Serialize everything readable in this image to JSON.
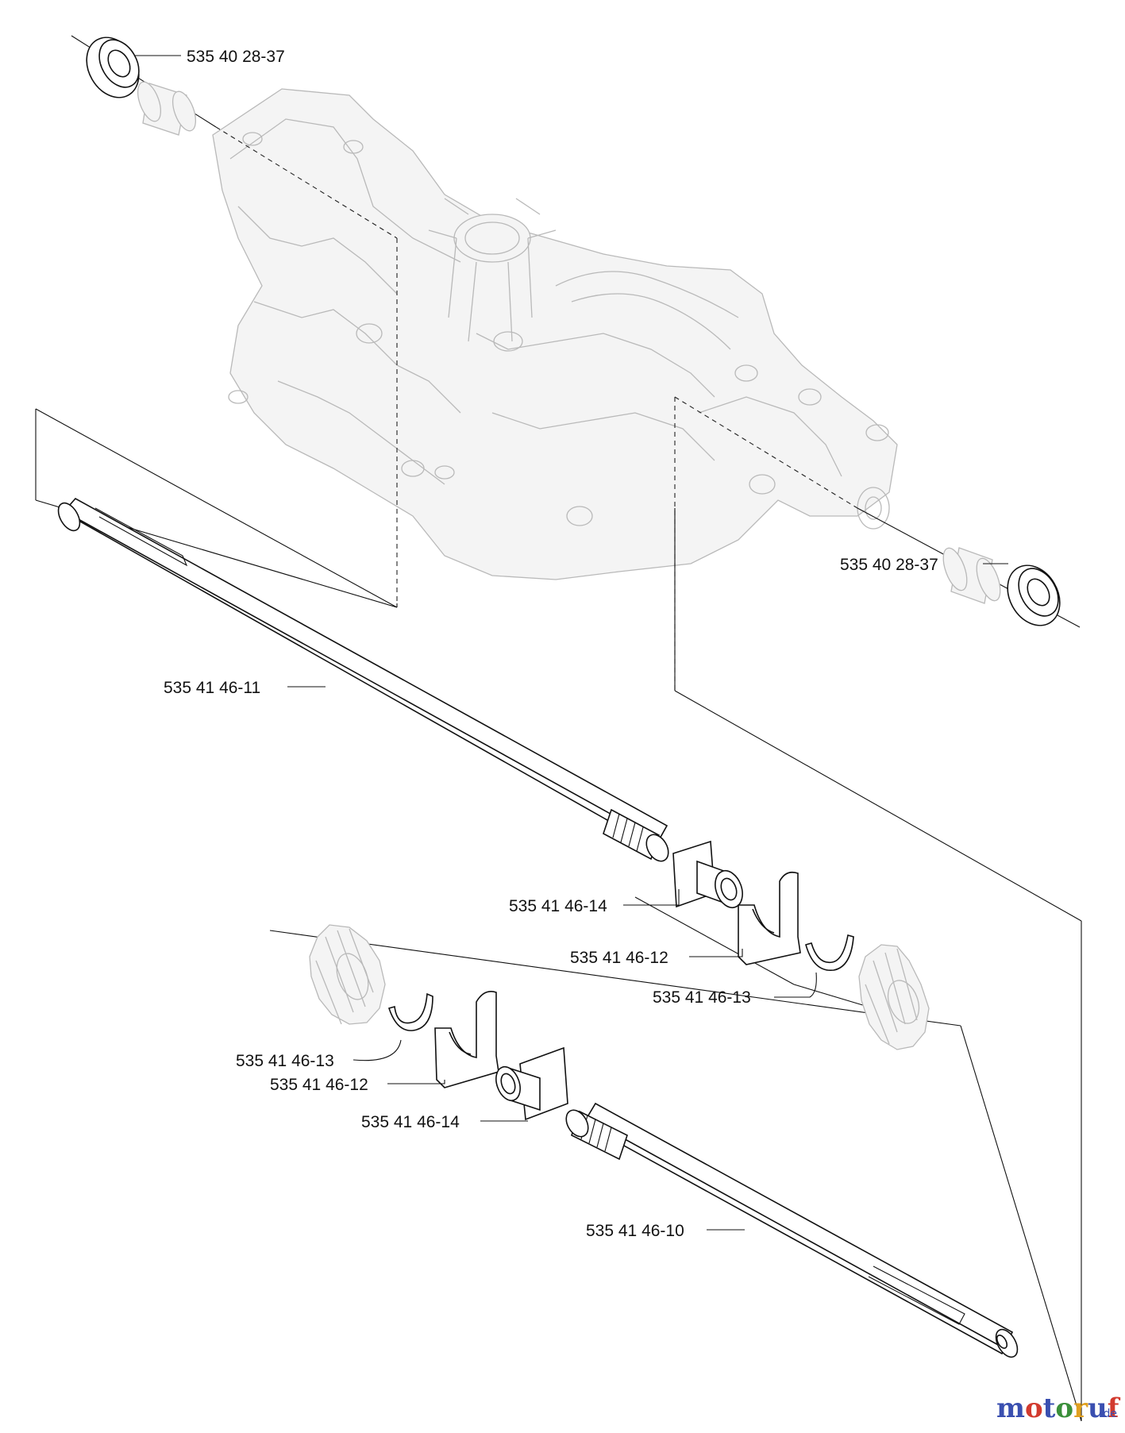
{
  "diagram": {
    "parts": {
      "bearing_top": "535 40 28-37",
      "bearing_right": "535 40 28-37",
      "shaft_upper": "535 41 46-11",
      "collar_upper": "535 41 46-14",
      "fork_upper": "535 41 46-12",
      "clip_upper": "535 41 46-13",
      "clip_lower": "535 41 46-13",
      "fork_lower": "535 41 46-12",
      "collar_lower": "535 41 46-14",
      "shaft_lower": "535 41 46-10"
    },
    "watermark": {
      "brand": "motoruf",
      "suffix": ".de",
      "colors": [
        "#3a4fb0",
        "#d23a2e",
        "#3a8f3a",
        "#e0a020"
      ]
    }
  }
}
